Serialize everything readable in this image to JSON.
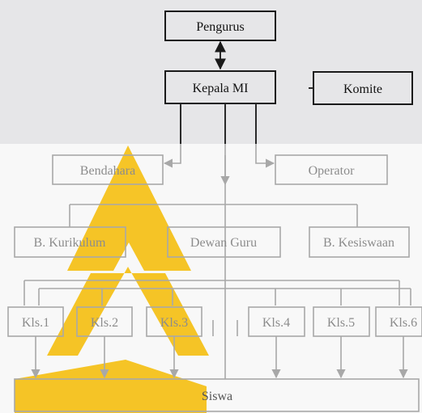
{
  "colors": {
    "top_background": "#e6e6e8",
    "bottom_background": "#f8f8f8",
    "watermark": "#f5c21b",
    "dark_line": "#1a1a1a",
    "light_line": "#a8a8a8"
  },
  "nodes": {
    "pengurus": "Pengurus",
    "kepala_mi": "Kepala MI",
    "komite": "Komite",
    "bendahara": "Bendahara",
    "operator": "Operator",
    "b_kurikulum": "B. Kurikulum",
    "dewan_guru": "Dewan Guru",
    "b_kesiswaan": "B. Kesiswaan",
    "kls1": "Kls.1",
    "kls2": "Kls.2",
    "kls3": "Kls.3",
    "kls4": "Kls.4",
    "kls5": "Kls.5",
    "kls6": "Kls.6",
    "siswa": "Siswa"
  }
}
